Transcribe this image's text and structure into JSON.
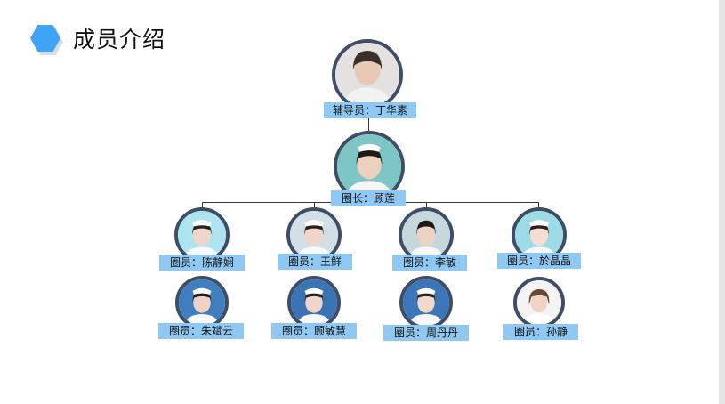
{
  "page": {
    "title": "成员介绍"
  },
  "colors": {
    "accent": "#3fa4f5",
    "label_bg": "#8fc9f3",
    "avatar_ring": "#3d4e66"
  },
  "org": {
    "advisor": {
      "label": "辅导员：丁华素"
    },
    "leader": {
      "label": "圈长：顾莲"
    },
    "members": [
      {
        "label": "圈员：陈静娴"
      },
      {
        "label": "圈员：王鲜"
      },
      {
        "label": "圈员：李敏"
      },
      {
        "label": "圈员：於晶晶"
      },
      {
        "label": "圈员：朱斌云"
      },
      {
        "label": "圈员：顾敏慧"
      },
      {
        "label": "圈员：周丹丹"
      },
      {
        "label": "圈员：孙静"
      }
    ]
  }
}
